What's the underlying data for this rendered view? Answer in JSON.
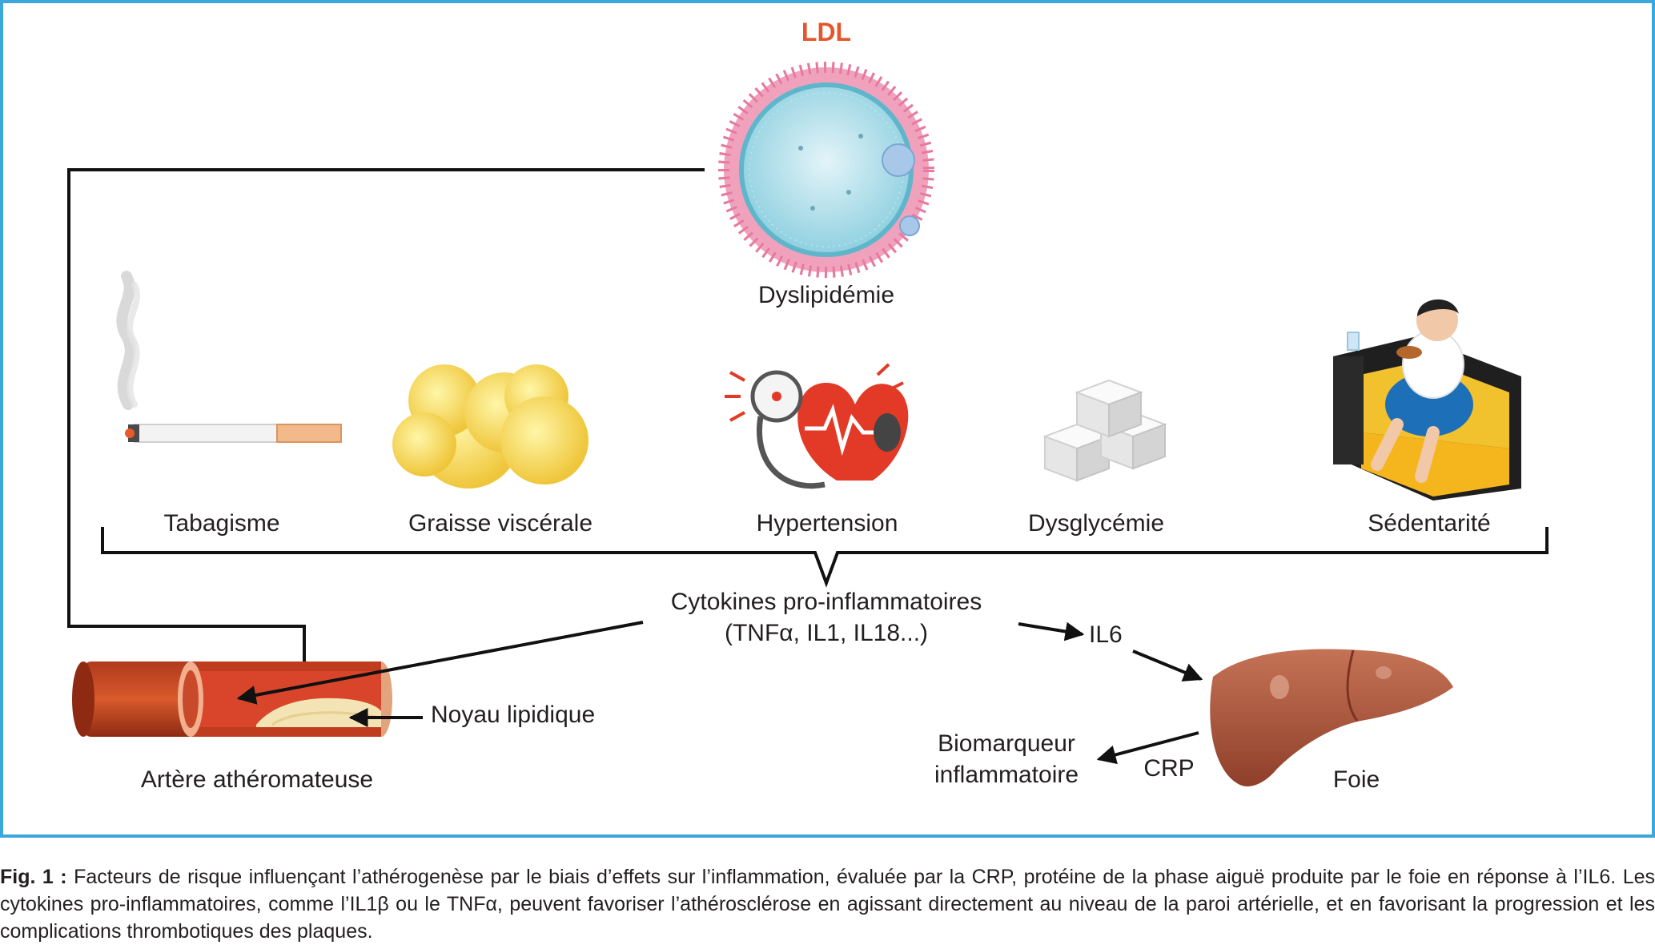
{
  "ldl": {
    "title": "LDL",
    "label": "Dyslipidémie"
  },
  "risk_factors": [
    {
      "icon": "cigarette-icon",
      "label": "Tabagisme"
    },
    {
      "icon": "visceral-fat-icon",
      "label": "Graisse viscérale"
    },
    {
      "icon": "heart-blood-pressure-icon",
      "label": "Hypertension"
    },
    {
      "icon": "sugar-cubes-icon",
      "label": "Dysglycémie"
    },
    {
      "icon": "sedentary-person-icon",
      "label": "Sédentarité"
    }
  ],
  "cytokines": {
    "line1": "Cytokines pro-inflammatoires",
    "line2": "(TNFα, IL1, IL18...)"
  },
  "il6": "IL6",
  "liver": {
    "icon": "liver-icon",
    "label": "Foie"
  },
  "crp": "CRP",
  "biomarker": {
    "line1": "Biomarqueur",
    "line2": "inflammatoire"
  },
  "artery": {
    "icon": "artery-icon",
    "label": "Artère athéromateuse",
    "core_label": "Noyau lipidique"
  },
  "caption": {
    "prefix": "Fig. 1 :",
    "text": "Facteurs de risque influençant l’athérogenèse par le biais d’effets sur l’inflammation, évaluée par la CRP, protéine de la phase aiguë produite par le foie en réponse à l’IL6. Les cytokines pro-inflammatoires, comme l’IL1β ou le TNFα, peuvent favoriser l’athérosclérose en agissant directement au niveau de la paroi artérielle, et en favorisant la progression et les complications thrombotiques des plaques."
  },
  "colors": {
    "frame": "#3ba7dc",
    "ldl_title": "#e4572e",
    "text": "#231f20"
  }
}
